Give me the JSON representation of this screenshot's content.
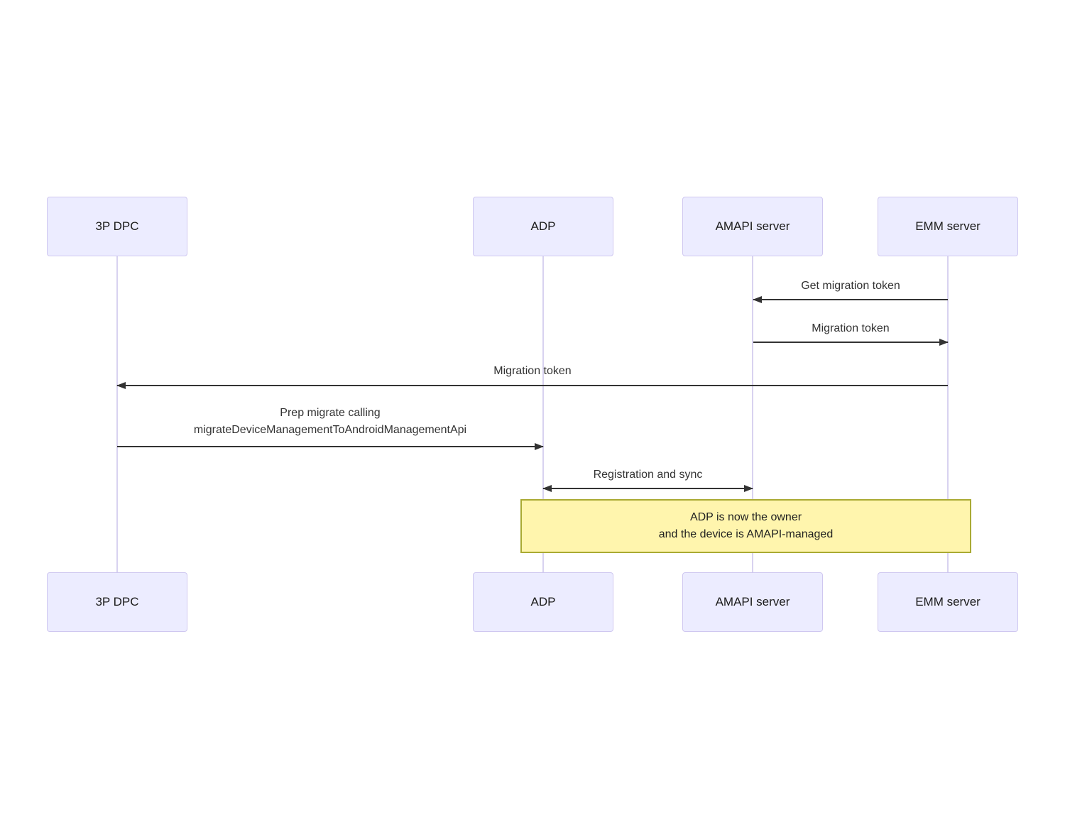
{
  "diagram": {
    "type": "sequence-diagram",
    "actors": [
      {
        "name": "3P DPC"
      },
      {
        "name": "ADP"
      },
      {
        "name": "AMAPI server"
      },
      {
        "name": "EMM server"
      }
    ],
    "messages": [
      {
        "label": "Get migration token",
        "from": "EMM server",
        "to": "AMAPI server",
        "arrow": "left"
      },
      {
        "label": "Migration token",
        "from": "AMAPI server",
        "to": "EMM server",
        "arrow": "right"
      },
      {
        "label": "Migration token",
        "from": "EMM server",
        "to": "3P DPC",
        "arrow": "left"
      },
      {
        "label_line1": "Prep migrate calling",
        "label_line2": "migrateDeviceManagementToAndroidManagementApi",
        "from": "3P DPC",
        "to": "ADP",
        "arrow": "right"
      },
      {
        "label": "Registration and sync",
        "from": "ADP",
        "to": "AMAPI server",
        "arrow": "both"
      }
    ],
    "note": {
      "line1": "ADP is now the owner",
      "line2": "and the device is AMAPI-managed",
      "from": "ADP",
      "to": "EMM server"
    },
    "colors": {
      "actor_fill": "#ECECFF",
      "actor_border": "#CFC7F0",
      "lifeline": "#D8D2F0",
      "signal": "#333333",
      "note_fill": "#FFF5AD",
      "note_border": "#AAAA33"
    }
  }
}
